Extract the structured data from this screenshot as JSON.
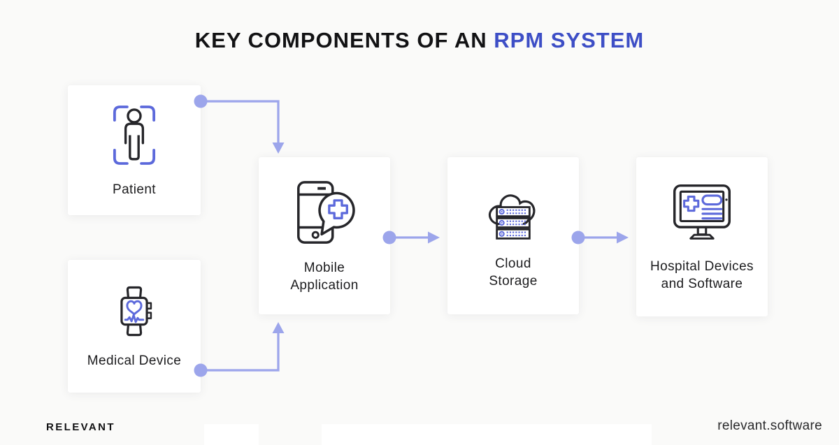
{
  "title": {
    "prefix": "KEY COMPONENTS OF AN ",
    "highlight": "RPM SYSTEM"
  },
  "nodes": {
    "patient": {
      "label": "Patient",
      "icon": "patient-scan-icon"
    },
    "medical_device": {
      "label": "Medical Device",
      "icon": "smartwatch-heart-icon"
    },
    "mobile_application": {
      "label_line1": "Mobile",
      "label_line2": "Application",
      "icon": "phone-medical-chat-icon"
    },
    "cloud_storage": {
      "label_line1": "Cloud",
      "label_line2": "Storage",
      "icon": "cloud-server-icon"
    },
    "hospital": {
      "label_line1": "Hospital Devices",
      "label_line2": "and Software",
      "icon": "monitor-medical-icon"
    }
  },
  "edges": [
    {
      "from": "patient",
      "to": "mobile_application"
    },
    {
      "from": "medical_device",
      "to": "mobile_application"
    },
    {
      "from": "mobile_application",
      "to": "cloud_storage"
    },
    {
      "from": "cloud_storage",
      "to": "hospital"
    }
  ],
  "footer": {
    "brand": "RELEVANT",
    "website": "relevant.software"
  },
  "colors": {
    "accent": "#3D4EC6",
    "connector": "#9CA5EB",
    "icon_blue": "#5C69DB",
    "ink": "#26262a",
    "background": "#FAFAF9"
  }
}
